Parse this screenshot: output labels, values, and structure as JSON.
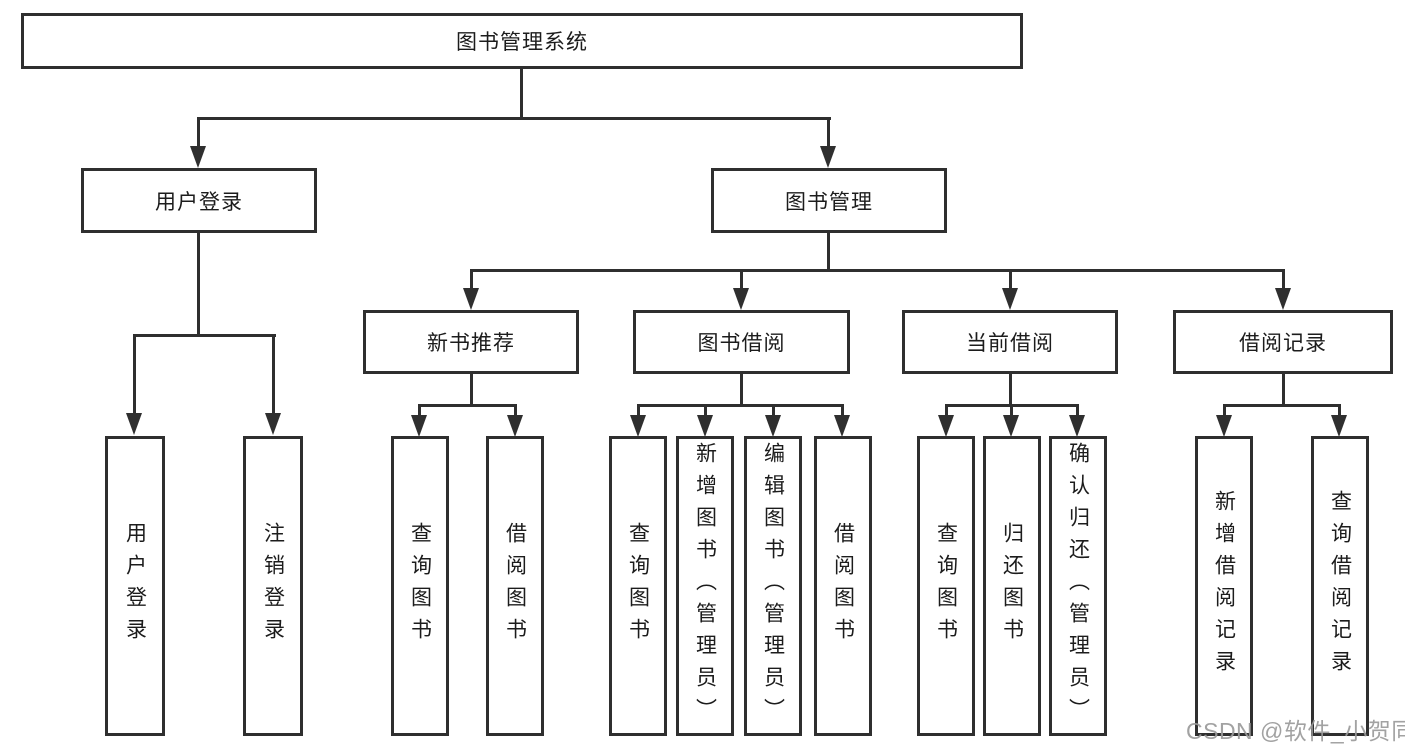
{
  "colors": {
    "line": "#2f2f2f",
    "box_border": "#2f2f2f",
    "text": "#1c1c1c",
    "watermark": "#9a9a9a",
    "background": "#ffffff"
  },
  "root": {
    "label": "图书管理系统"
  },
  "level2": [
    {
      "label": "用户登录"
    },
    {
      "label": "图书管理"
    }
  ],
  "level3": [
    {
      "label": "新书推荐"
    },
    {
      "label": "图书借阅"
    },
    {
      "label": "当前借阅"
    },
    {
      "label": "借阅记录"
    }
  ],
  "leaves": {
    "login": [
      "用户登录",
      "注销登录"
    ],
    "newbook": [
      "查询图书",
      "借阅图书"
    ],
    "borrow": [
      "查询图书",
      "新增图书（管理员）",
      "编辑图书（管理员）",
      "借阅图书"
    ],
    "current": [
      "查询图书",
      "归还图书",
      "确认归还（管理员）"
    ],
    "records": [
      "新增借阅记录",
      "查询借阅记录"
    ]
  },
  "watermark": {
    "text": "CSDN @软件_小贺同学"
  }
}
